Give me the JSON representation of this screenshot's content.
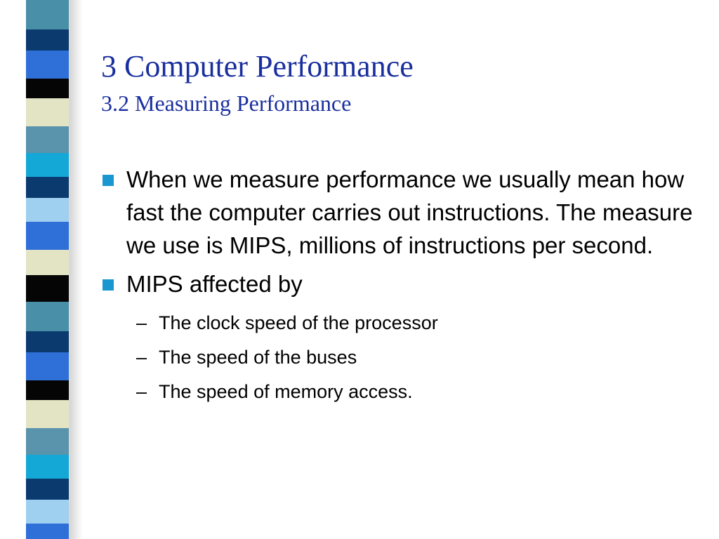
{
  "slide": {
    "title": "3 Computer Performance",
    "subtitle": "3.2 Measuring Performance",
    "bullets": [
      {
        "text": "When we measure performance we usually mean how fast the computer carries out instructions.  The measure we use is MIPS, millions of instructions per second."
      },
      {
        "text": "MIPS affected by"
      }
    ],
    "sub_bullets": [
      {
        "marker": "–",
        "text": "The clock speed of the processor"
      },
      {
        "marker": "–",
        "text": "The speed of the buses"
      },
      {
        "marker": "–",
        "text": "The speed of memory access."
      }
    ]
  },
  "theme": {
    "title_color": "#1a2f9e",
    "bullet_color": "#1a96d0",
    "stripe_colors": [
      "#4a8fa8",
      "#0b3a6e",
      "#2f6fd8",
      "#050505",
      "#e2e4c4",
      "#5a93ac",
      "#13a8d6",
      "#0b3a6e",
      "#9fd0f0",
      "#2f6fd8",
      "#e2e4c4",
      "#050505"
    ]
  }
}
